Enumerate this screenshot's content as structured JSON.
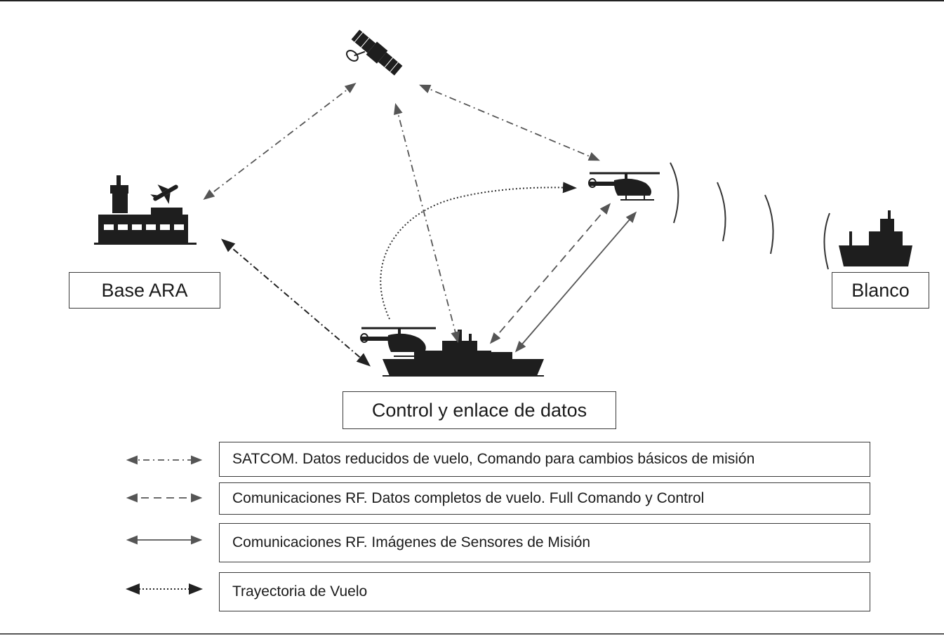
{
  "nodes": {
    "base": {
      "label": "Base ARA",
      "icon": "airport-icon"
    },
    "target": {
      "label": "Blanco",
      "icon": "ship-icon"
    },
    "control": {
      "label": "Control y enlace de datos",
      "icon": "warship-icon"
    },
    "satellite": {
      "icon": "satellite-icon"
    },
    "helicopter": {
      "icon": "helicopter-icon"
    }
  },
  "legend": [
    {
      "style": "dash-dot",
      "text": "SATCOM. Datos reducidos de vuelo, Comando para cambios básicos de misión"
    },
    {
      "style": "dashed",
      "text": "Comunicaciones RF. Datos completos de vuelo. Full Comando y Control"
    },
    {
      "style": "solid",
      "text": "Comunicaciones RF. Imágenes de Sensores de Misión"
    },
    {
      "style": "dotted",
      "text": "Trayectoria de Vuelo"
    }
  ],
  "colors": {
    "line": "#555555",
    "icon": "#1e1e1e",
    "border": "#3a3a3a"
  }
}
